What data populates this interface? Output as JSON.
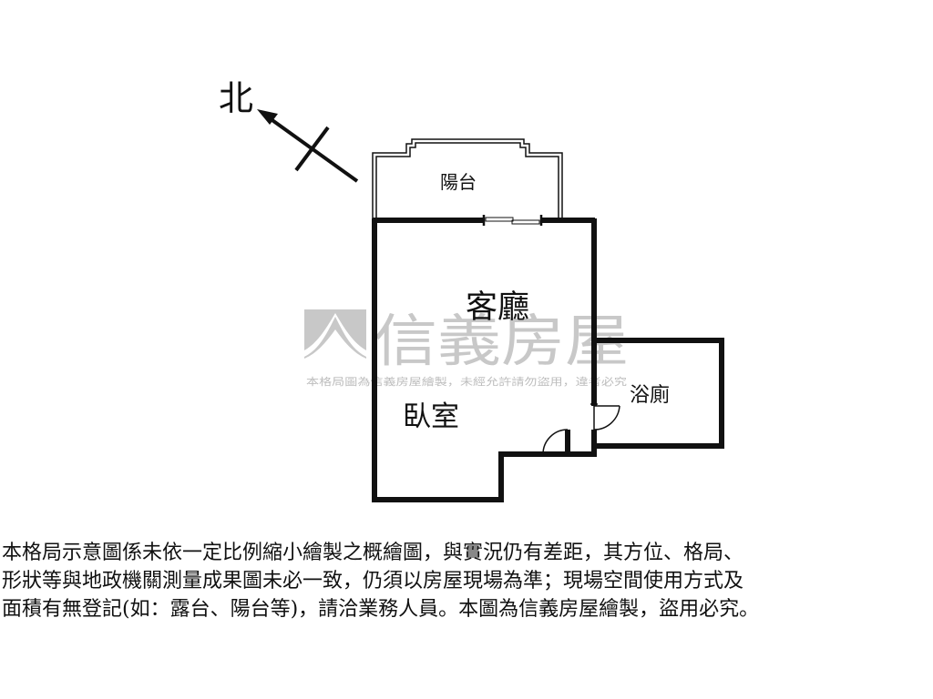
{
  "north_label": "北",
  "rooms": {
    "balcony": "陽台",
    "living_room": "客廳",
    "bedroom": "臥室",
    "bathroom": "浴廁"
  },
  "watermark": {
    "brand": "信義房屋",
    "tagline": "本格局圖為信義房屋繪製，未經允許請勿盜用，違者必究"
  },
  "disclaimer": [
    "本格局示意圖係未依一定比例縮小繪製之概繪圖，與實況仍有差距，其方位、格局、",
    "形狀等與地政機關測量成果圖未必一致，仍須以房屋現場為準；現場空間使用方式及",
    "面積有無登記(如：露台、陽台等)，請洽業務人員。本圖為信義房屋繪製，盜用必究。"
  ],
  "colors": {
    "wall": "#111111",
    "watermark": "#c8c8c8",
    "background": "#ffffff"
  }
}
